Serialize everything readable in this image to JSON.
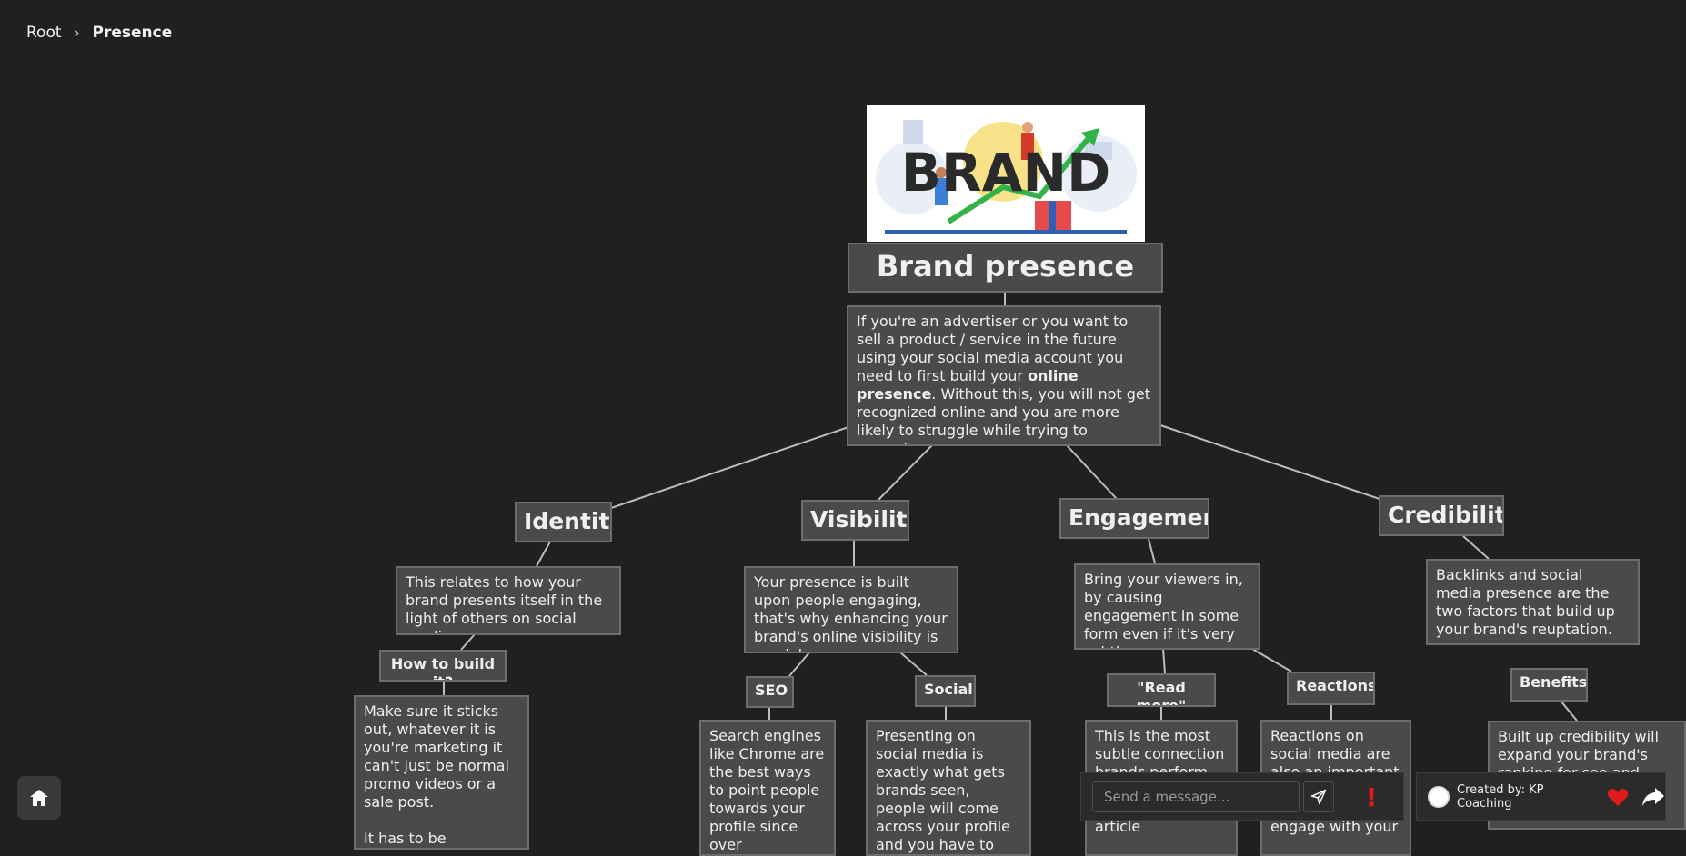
{
  "breadcrumb": {
    "root": "Root",
    "separator": "›",
    "current": "Presence"
  },
  "image": {
    "alt_icon": "brand-illustration",
    "word": "BRAND"
  },
  "root": {
    "title": "Brand presence on sm",
    "desc_before": "If you're an advertiser or you want to sell a product / service in the future using your social media account you need to first build your ",
    "desc_bold": "online presence",
    "desc_after": ". Without this, you will not get recognized online and you are more likely to struggle while trying to promote."
  },
  "branches": {
    "identity": {
      "title": "Identity",
      "desc": "This relates to how your brand presents itself in the light of others on social media.",
      "sub_title": "How to build it?",
      "sub_desc_1": "Make sure it sticks out, whatever it is you're marketing it can't just be normal promo videos or a sale post.",
      "sub_desc_2": "It has to be something special, something"
    },
    "visibility": {
      "title": "Visibility",
      "desc": "Your presence is built upon people engaging, that's why enhancing your brand's online visibility is crucial.",
      "seo_title": "SEO",
      "seo_desc": "Search engines like Chrome are the best ways to point people towards your profile since over",
      "social_title": "Social",
      "social_desc": "Presenting on social media is exactly what gets brands seen, people will come across your profile and you have to"
    },
    "engagement": {
      "title": "Engagement",
      "desc": "Bring your viewers in, by causing engagement in some form even if it's very subtle .",
      "readmore_title": "\"Read more\"",
      "readmore_desc": "This is the most subtle connection brands perform on their articles, they hide certain article",
      "reactions_title": "Reactions",
      "reactions_desc": "Reactions on social media are also an important feature, they get your viewers to engage with your"
    },
    "credibility": {
      "title": "Credibility",
      "desc": "Backlinks and social media presence are the two factors that build up your brand's reuptation.",
      "benefits_title": "Benefits",
      "benefits_desc": "Built up credibility will expand your brand's ranking for seo and recommendations, you will also find it"
    }
  },
  "chat": {
    "placeholder": "Send a message...",
    "alert_label": "!"
  },
  "creator": {
    "label": "Created by: KP Coaching"
  },
  "colors": {
    "background": "#202020",
    "node": "#4a4a4a",
    "node_border": "#6d6d6d",
    "heart": "#e11b1b",
    "line": "#bdbdbd"
  }
}
